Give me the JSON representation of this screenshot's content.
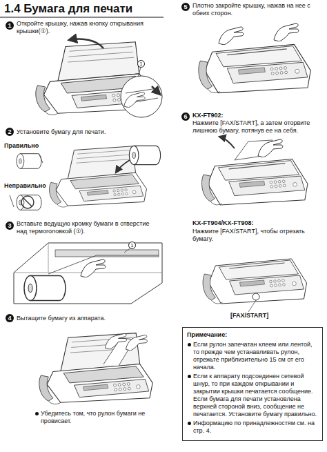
{
  "diagram": {
    "title": "1.4 Бумага для печати",
    "nodes": [
      {
        "text": [
          "Примечание:",
          "Если рулон запечатан клеем или лентой, то прежде чем устанавливать рулон, отрежьте приблизительно 15 см от его начала.",
          "Если к аппарату подсоединен сетевой шнур, то при каждом открывании и закрытии крышки печатается сообщение. Если бумага для печати установлена верхней стороной вниз, сообщение не печатается. Установите бумагу правильно.",
          "Информацию по принадлежностям см. на стр. 4."
        ]
      }
    ],
    "labels": [
      "1",
      "Откройте крышку, нажав кнопку открывания крышки(①).",
      "1",
      "2",
      "Установите бумагу для печати.",
      "Правильно",
      "Неправильно",
      "3",
      "Вставьте ведущую кромку бумаги в отверстие над термоголовкой (①).",
      "1",
      "4",
      "Вытащите бумагу из аппарата.",
      "Убедитесь том, что рулон бумаги не провисает.",
      "5",
      "Плотно закройте крышку, нажав на нее с обеих сторон.",
      "6",
      "KX-FT902:",
      "Нажмите [FAX/START], а затем оторвите лишнюю бумагу, потянув ее на себя.",
      "KX-FT904/KX-FT908:",
      "Нажмите [FAX/START], чтобы отрезать бумагу.",
      "[FAX/START]"
    ]
  }
}
